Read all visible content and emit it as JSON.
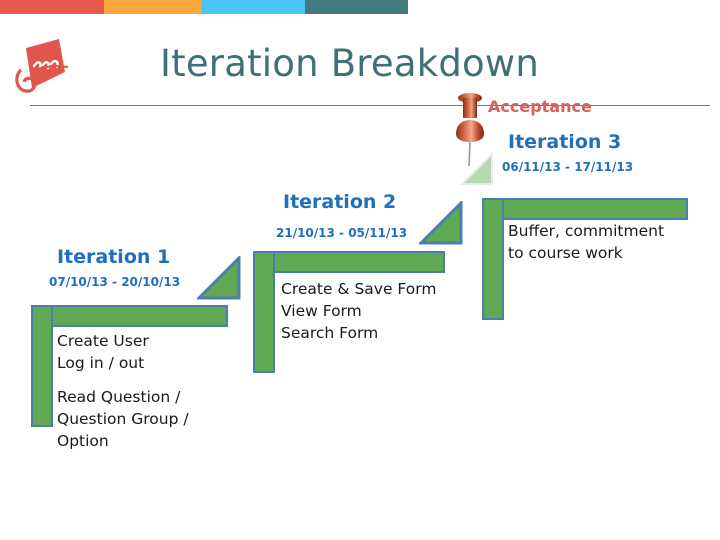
{
  "slide": {
    "title": "Iteration Breakdown",
    "title_color": "#3f7078",
    "accent_colors": {
      "band_red": "#e8594d",
      "band_orange": "#f9a640",
      "band_blue": "#4ac3f5",
      "band_teal": "#427a7f",
      "bracket_fill": "#5fa854",
      "bracket_border": "#4c7ead",
      "label_blue": "#1f6fbf",
      "acceptance_red": "#d9615a",
      "rule": "#5b7fa6"
    },
    "logo_alt": "jazan-script-logo"
  },
  "header": {
    "acceptance_label": "Acceptance",
    "iteration3_title": "Iteration 3",
    "iteration3_dates": "06/11/13  - 17/11/13",
    "pushpin_icon": "pushpin-icon"
  },
  "iterations": [
    {
      "id": "iteration-1",
      "title": "Iteration 1",
      "dates": "07/10/13 - 20/10/13",
      "items": [
        "Create User",
        "Log in / out",
        "Read Question /",
        "Question Group /",
        "Option"
      ]
    },
    {
      "id": "iteration-2",
      "title": "Iteration 2",
      "dates": "21/10/13  - 05/11/13",
      "items": [
        "Create & Save Form",
        "View Form",
        "Search Form"
      ]
    },
    {
      "id": "iteration-3",
      "title": "Iteration 3",
      "dates": "06/11/13  - 17/11/13",
      "items": [
        "Buffer, commitment",
        "to course work"
      ]
    }
  ]
}
